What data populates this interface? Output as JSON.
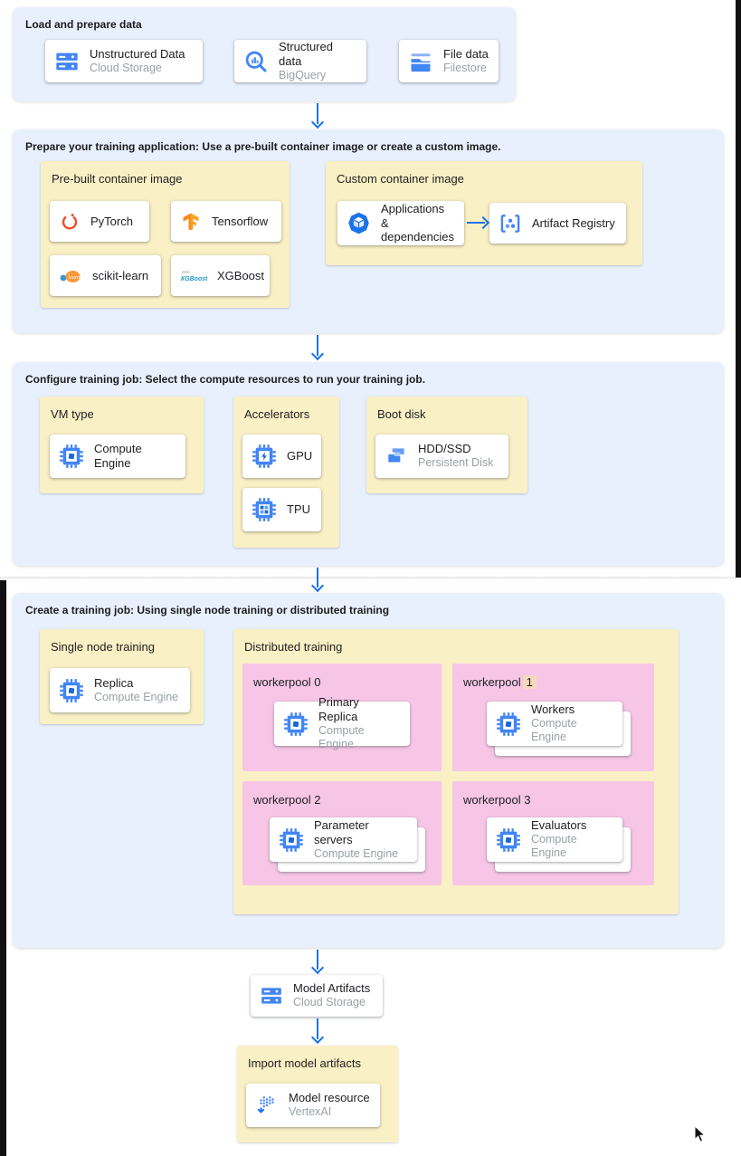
{
  "colors": {
    "panel_blue": "#e8f0fd",
    "group_yellow": "#faf0c5",
    "pool_pink": "#f7c6e6",
    "arrow_blue": "#1a73e8",
    "icon_blue": "#4285f4",
    "badge_peach": "#f6d8bd"
  },
  "load": {
    "title": "Load and prepare data",
    "cards": [
      {
        "icon": "cloud-storage-icon",
        "label": "Unstructured Data",
        "sub": "Cloud Storage"
      },
      {
        "icon": "bigquery-icon",
        "label": "Structured data",
        "sub": "BigQuery"
      },
      {
        "icon": "filestore-icon",
        "label": "File data",
        "sub": "Filestore"
      }
    ]
  },
  "prepare": {
    "title": "Prepare your training application: Use a pre-built container image or create a custom image.",
    "prebuilt": {
      "title": "Pre-built container image",
      "cards": [
        {
          "icon": "pytorch-icon",
          "label": "PyTorch"
        },
        {
          "icon": "tensorflow-icon",
          "label": "Tensorflow"
        },
        {
          "icon": "scikit-learn-icon",
          "label": "scikit-learn"
        },
        {
          "icon": "xgboost-icon",
          "label": "XGBoost"
        }
      ]
    },
    "custom": {
      "title": "Custom container image",
      "cards": [
        {
          "icon": "applications-dependencies-icon",
          "label": "Applications & dependencies"
        },
        {
          "icon": "artifact-registry-icon",
          "label": "Artifact Registry"
        }
      ]
    }
  },
  "configure": {
    "title": "Configure training job: Select the compute resources to run your training job.",
    "vm_type": {
      "title": "VM type",
      "card": {
        "icon": "compute-engine-icon",
        "label": "Compute Engine"
      }
    },
    "accelerators": {
      "title": "Accelerators",
      "cards": [
        {
          "icon": "gpu-icon",
          "label": "GPU"
        },
        {
          "icon": "tpu-icon",
          "label": "TPU"
        }
      ]
    },
    "boot_disk": {
      "title": "Boot disk",
      "card": {
        "icon": "persistent-disk-icon",
        "label": "HDD/SSD",
        "sub": "Persistent Disk"
      }
    }
  },
  "create": {
    "title": "Create a training job: Using single node training or distributed training",
    "single_node": {
      "title": "Single node training",
      "card": {
        "icon": "compute-engine-icon",
        "label": "Replica",
        "sub": "Compute Engine"
      }
    },
    "distributed": {
      "title": "Distributed training",
      "workerpools": [
        {
          "label": "workerpool 0",
          "badge": "",
          "card": {
            "icon": "compute-engine-icon",
            "label": "Primary Replica",
            "sub": "Compute Engine"
          }
        },
        {
          "label": "workerpool",
          "badge": "1",
          "card": {
            "icon": "compute-engine-icon",
            "label": "Workers",
            "sub": "Compute Engine"
          }
        },
        {
          "label": "workerpool 2",
          "badge": "",
          "card": {
            "icon": "compute-engine-icon",
            "label": "Parameter servers",
            "sub": "Compute Engine"
          }
        },
        {
          "label": "workerpool 3",
          "badge": "",
          "card": {
            "icon": "compute-engine-icon",
            "label": "Evaluators",
            "sub": "Compute Engine"
          }
        }
      ]
    }
  },
  "model_artifacts": {
    "icon": "cloud-storage-icon",
    "label": "Model Artifacts",
    "sub": "Cloud Storage"
  },
  "import_model": {
    "title": "Import model artifacts",
    "card": {
      "icon": "vertex-ai-icon",
      "label": "Model resource",
      "sub": "VertexAI"
    }
  }
}
